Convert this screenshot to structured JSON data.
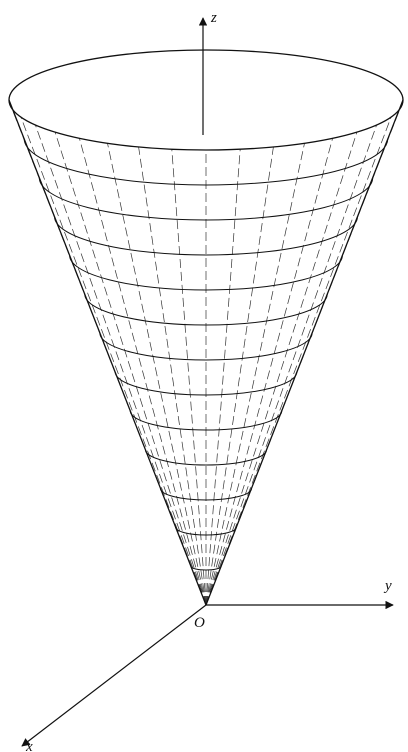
{
  "diagram": {
    "labels": {
      "z_axis": "z",
      "y_axis": "y",
      "x_axis": "x",
      "origin": "O"
    },
    "surface": {
      "shape": "cone",
      "apex": "origin",
      "opens_toward": "positive z",
      "mesh": {
        "horizontal_circles": 13,
        "vertical_generators": 36
      }
    },
    "colors": {
      "stroke": "#111111",
      "mesh_stroke": "#333333",
      "background": "#ffffff"
    }
  }
}
